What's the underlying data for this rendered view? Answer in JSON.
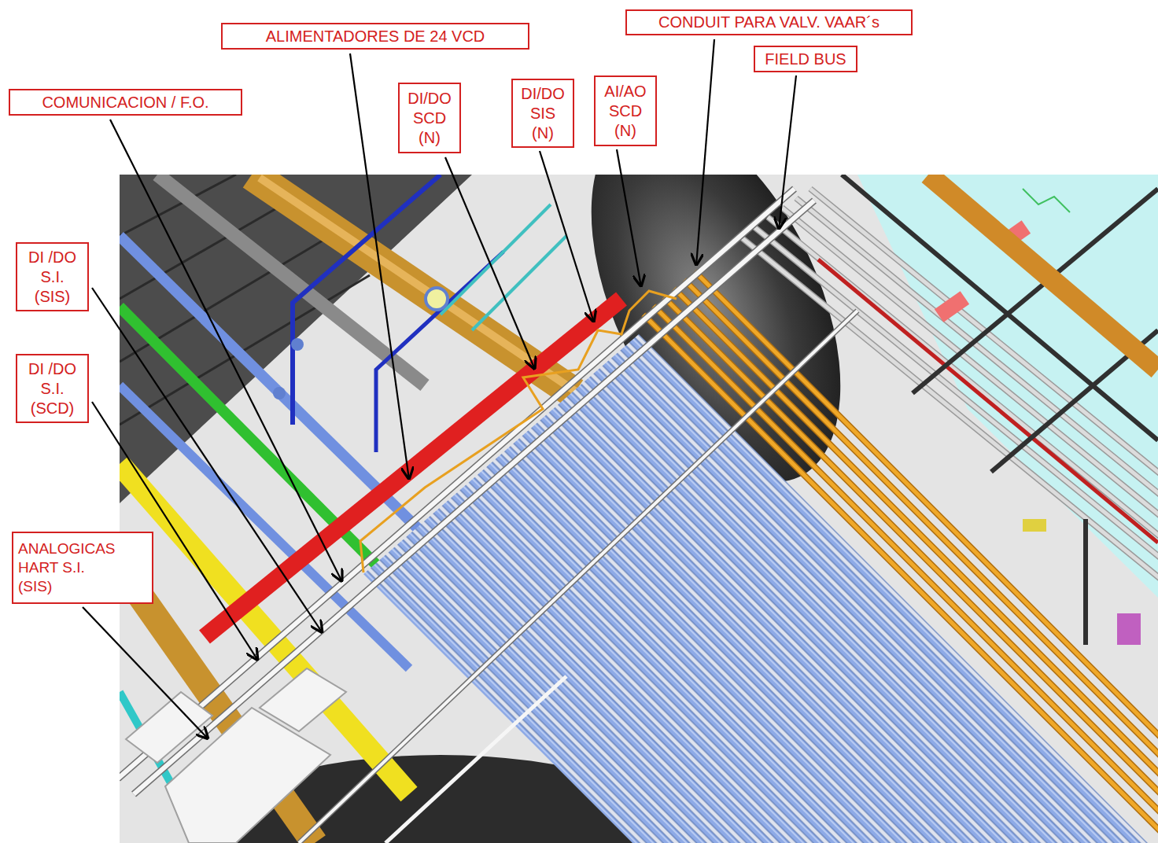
{
  "diagram": {
    "nodes": [
      {
        "text": [
          "CONDUIT PARA VALV. VAAR´s"
        ]
      },
      {
        "text": [
          "ALIMENTADORES DE 24 VCD"
        ]
      },
      {
        "text": [
          "FIELD BUS"
        ]
      },
      {
        "text": [
          "COMUNICACION / F.O."
        ]
      },
      {
        "text": [
          "DI/DO SCD (N)"
        ]
      },
      {
        "text": [
          "DI/DO SIS (N)"
        ]
      },
      {
        "text": [
          "AI/AO SCD (N)"
        ]
      },
      {
        "text": [
          "DI /DO S.I. (SIS)"
        ]
      },
      {
        "text": [
          "DI /DO S.I. (SCD)"
        ]
      },
      {
        "text": [
          "ANALOGICAS HART S.I. (SIS)"
        ]
      }
    ]
  }
}
